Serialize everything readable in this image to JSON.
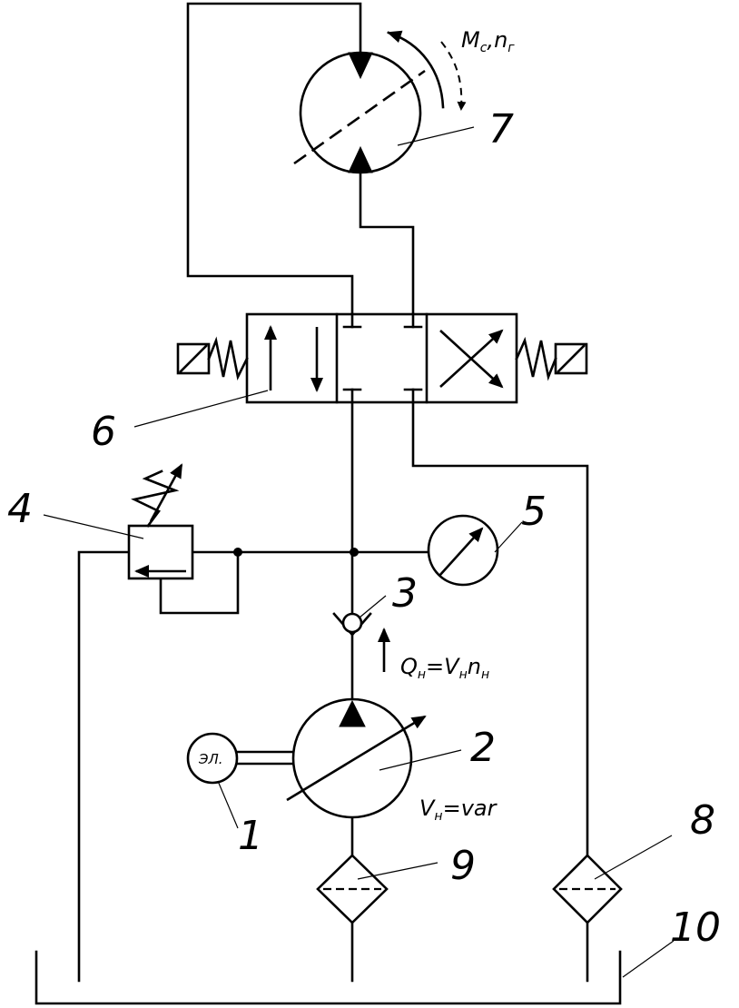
{
  "labels": {
    "n1": "1",
    "n2": "2",
    "n3": "3",
    "n4": "4",
    "n5": "5",
    "n6": "6",
    "n7": "7",
    "n8": "8",
    "n9": "9",
    "n10": "10"
  },
  "motor_label": "ЭЛ.",
  "motor_output": {
    "M": "M",
    "M_sub": "c",
    "sep": ",",
    "n": "n",
    "n_sub": "г"
  },
  "flow": {
    "Q": "Q",
    "Q_sub": "н",
    "eq": "=V",
    "V_sub": "н",
    "n": "n",
    "n_sub": "н"
  },
  "pump_displacement": {
    "V": "V",
    "V_sub": "н",
    "rest": "=var"
  }
}
